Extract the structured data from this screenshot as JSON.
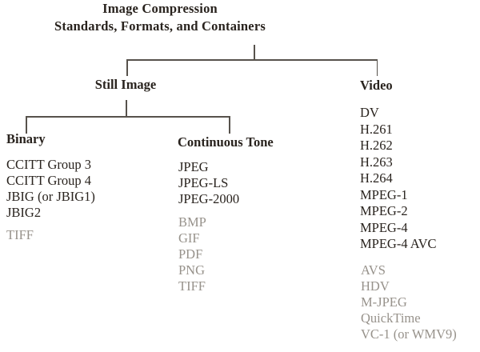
{
  "diagram": {
    "title_line1": "Image Compression",
    "title_line2": "Standards, Formats, and Containers",
    "branches": {
      "still_image": {
        "label": "Still Image",
        "children": {
          "binary": {
            "label": "Binary",
            "standards": [
              "CCITT Group 3",
              "CCITT Group 4",
              "JBIG (or JBIG1)",
              "JBIG2"
            ],
            "formats_muted": [
              "TIFF"
            ]
          },
          "continuous_tone": {
            "label": "Continuous Tone",
            "standards": [
              "JPEG",
              "JPEG-LS",
              "JPEG-2000"
            ],
            "formats_muted": [
              "BMP",
              "GIF",
              "PDF",
              "PNG",
              "TIFF"
            ]
          }
        }
      },
      "video": {
        "label": "Video",
        "standards": [
          "DV",
          "H.261",
          "H.262",
          "H.263",
          "H.264",
          "MPEG-1",
          "MPEG-2",
          "MPEG-4",
          "MPEG-4 AVC"
        ],
        "formats_muted": [
          "AVS",
          "HDV",
          "M-JPEG",
          "QuickTime",
          "VC-1 (or WMV9)"
        ]
      }
    }
  },
  "colors": {
    "text": "#29231e",
    "muted_text": "#97928b",
    "connector": "#57524c",
    "background": "#ffffff"
  }
}
